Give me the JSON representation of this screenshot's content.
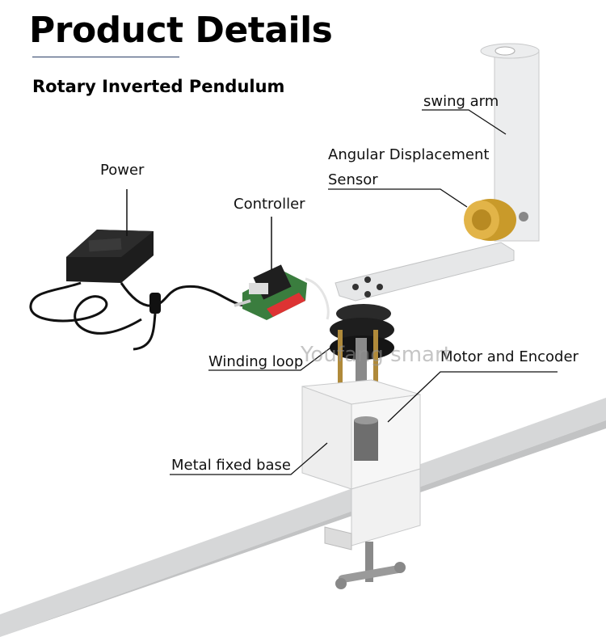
{
  "header": {
    "title": "Product Details",
    "subtitle": "Rotary Inverted Pendulum"
  },
  "labels": {
    "power": "Power",
    "controller": "Controller",
    "swing_arm": "swing arm",
    "angular_line1": "Angular Displacement",
    "angular_line2": "Sensor",
    "winding_loop": "Winding loop",
    "motor_encoder": "Motor and Encoder",
    "metal_base": "Metal fixed base"
  },
  "watermark": "Youfang smart",
  "colors": {
    "metal": "#e9eaeb",
    "sensor": "#c99a2a",
    "board": "#3a7d3e",
    "adapter": "#1b1b1b"
  }
}
